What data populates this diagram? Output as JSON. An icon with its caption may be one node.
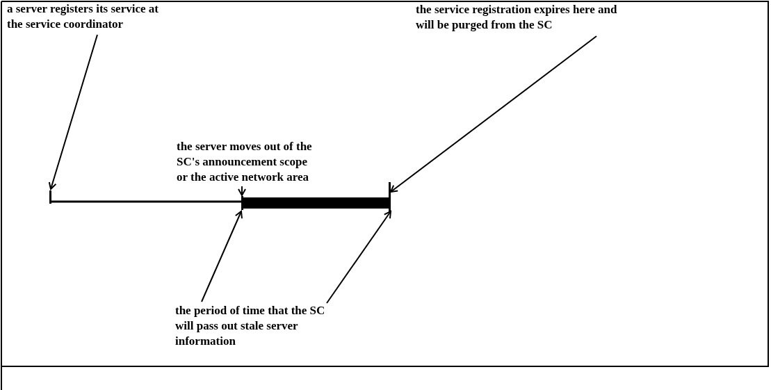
{
  "diagram": {
    "nodes": [
      {
        "text": [
          "a server registers its service at the service coordinator"
        ]
      },
      {
        "text": [
          "the service registration expires here and will be purged from the SC"
        ]
      },
      {
        "text": [
          "the server moves out of the SC's announcement scope or the active network area"
        ]
      },
      {
        "text": [
          "the period of time that the SC will pass out stale server information"
        ]
      },
      {
        "text": [],
        "shape": "bar"
      },
      {
        "text": [],
        "shape": "bar"
      },
      {
        "text": [],
        "shape": "bar"
      }
    ],
    "edges": [
      {
        "from": 0,
        "to": 4,
        "arrow": "to"
      },
      {
        "from": 1,
        "to": 6,
        "arrow": "to"
      },
      {
        "from": 2,
        "to": 5,
        "arrow": "to"
      },
      {
        "from": 3,
        "to": 5,
        "arrow": "to"
      },
      {
        "from": 3,
        "to": 6,
        "arrow": "to"
      },
      {
        "from": 4,
        "to": 5,
        "arrow": "none"
      },
      {
        "from": 5,
        "to": 6,
        "arrow": "none",
        "style": "thick"
      }
    ]
  }
}
